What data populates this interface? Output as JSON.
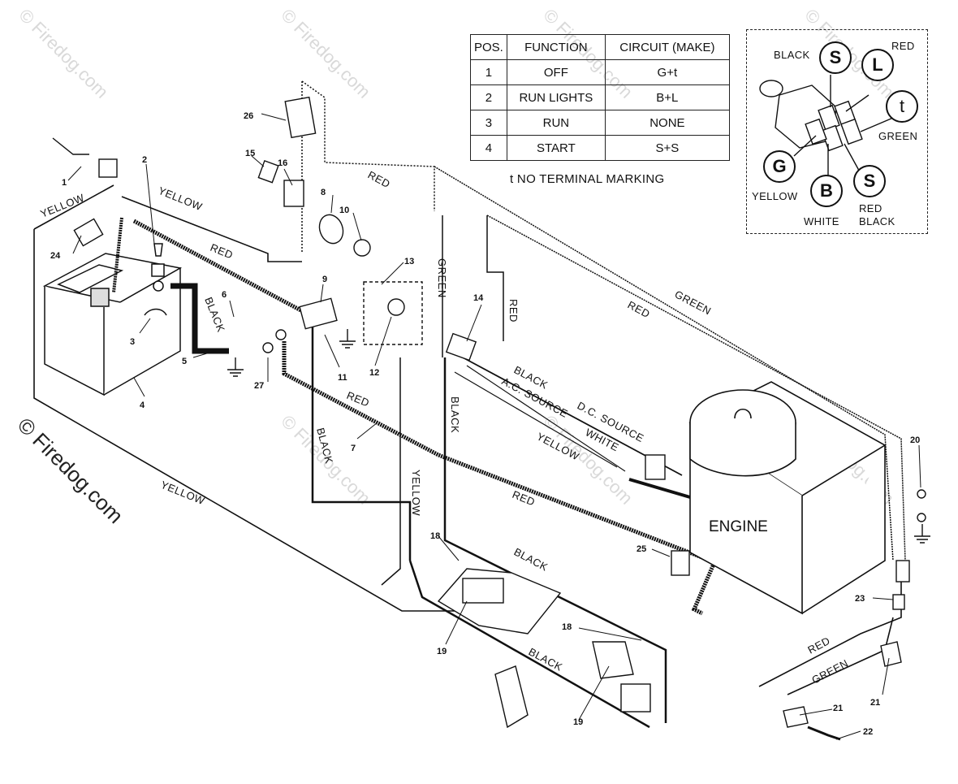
{
  "watermark": {
    "text": "© Firedog.com",
    "large_text": "© Firedog.com"
  },
  "switch_table": {
    "headers": [
      "POS.",
      "FUNCTION",
      "CIRCUIT  (MAKE)"
    ],
    "rows": [
      [
        "1",
        "OFF",
        "G+t"
      ],
      [
        "2",
        "RUN LIGHTS",
        "B+L"
      ],
      [
        "3",
        "RUN",
        "NONE"
      ],
      [
        "4",
        "START",
        "S+S"
      ]
    ],
    "note": "t  NO TERMINAL MARKING"
  },
  "ignition_key": {
    "terminals": {
      "s1": "S",
      "l": "L",
      "t": "t",
      "g": "G",
      "b": "B",
      "s2": "S"
    },
    "labels": {
      "black": "BLACK",
      "red": "RED",
      "green": "GREEN",
      "yellow": "YELLOW",
      "white": "WHITE",
      "red_black_1": "RED",
      "red_black_2": "BLACK"
    }
  },
  "engine": {
    "label": "ENGINE"
  },
  "wire_labels": {
    "yellow_1": "YELLOW",
    "yellow_2": "YELLOW",
    "yellow_3": "YELLOW",
    "yellow_4": "YELLOW",
    "yellow_5": "YELLOW",
    "red_1": "RED",
    "red_2": "RED",
    "red_3": "RED",
    "red_4": "RED",
    "red_5": "RED",
    "red_6": "RED",
    "red_7": "RED",
    "green_1": "GREEN",
    "green_2": "GREEN",
    "green_3": "GREEN",
    "black_1": "BLACK",
    "black_2": "BLACK",
    "black_3": "BLACK",
    "black_4": "BLACK",
    "black_5": "BLACK",
    "black_6": "BLACK",
    "ac_source": "A.C. SOURCE",
    "dc_source": "D.C. SOURCE",
    "white": "WHITE"
  },
  "part_numbers": {
    "p1": "1",
    "p2": "2",
    "p3": "3",
    "p4": "4",
    "p5": "5",
    "p6": "6",
    "p7": "7",
    "p8": "8",
    "p10": "10",
    "p11": "11",
    "p12": "12",
    "p13": "13",
    "p14": "14",
    "p15": "15",
    "p16": "16",
    "p18a": "18",
    "p18b": "18",
    "p19a": "19",
    "p19b": "19",
    "p20": "20",
    "p21a": "21",
    "p21b": "21",
    "p22": "22",
    "p23": "23",
    "p24": "24",
    "p25": "25",
    "p26": "26",
    "p27": "27",
    "p9": "9"
  }
}
